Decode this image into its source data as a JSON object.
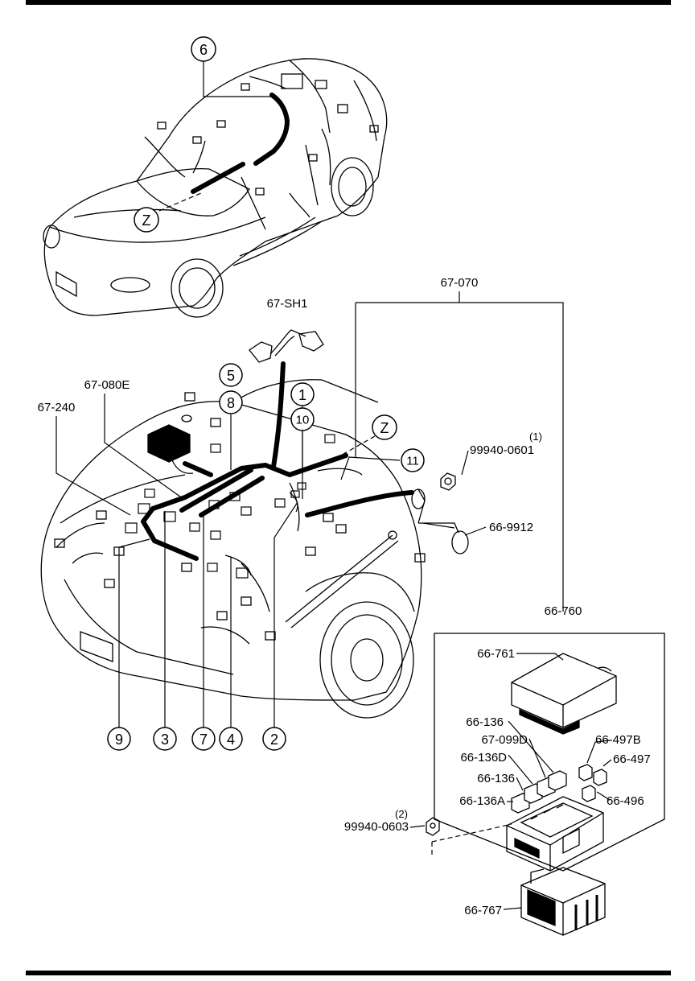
{
  "diagram": {
    "callouts": [
      "1",
      "2",
      "3",
      "4",
      "5",
      "6",
      "7",
      "8",
      "9",
      "10",
      "11"
    ],
    "view_marker": "Z",
    "labels": {
      "harness_sh1": "67-SH1",
      "harness_070": "67-070",
      "harness_080e": "67-080E",
      "harness_240": "67-240",
      "nut_0601": "99940-0601",
      "nut_0601_qty": "(1)",
      "cable_9912": "66-9912",
      "fuse_box_assy": "66-760",
      "cover_761": "66-761",
      "fuse_136_top": "66-136",
      "fuse_099d": "67-099D",
      "fuse_136d": "66-136D",
      "fuse_136_mid": "66-136",
      "fuse_136a": "66-136A",
      "relay_497b": "66-497B",
      "relay_497": "66-497",
      "relay_496": "66-496",
      "nut_0603": "99940-0603",
      "nut_0603_qty": "(2)",
      "case_767": "66-767"
    }
  }
}
